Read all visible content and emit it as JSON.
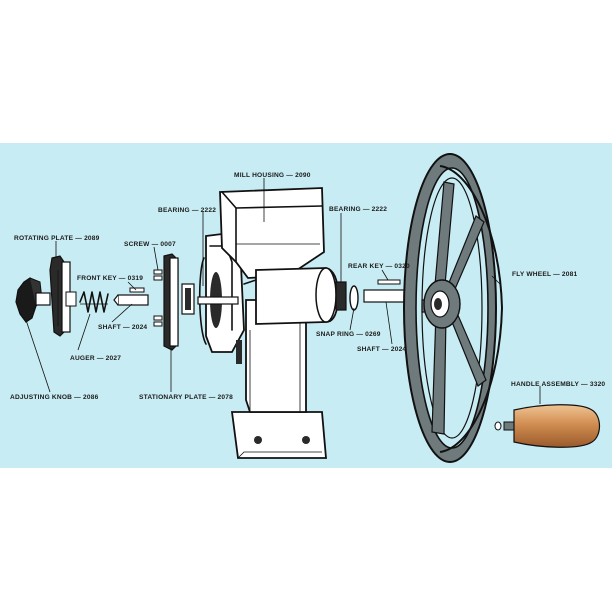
{
  "colors": {
    "background": "#c8ecf3",
    "ink": "#111111",
    "metal": "#6f7a7c",
    "wood": "#d18e52"
  },
  "labels": {
    "mill_housing": "MILL HOUSING — 2090",
    "bearing_left": "BEARING — 2222",
    "bearing_right": "BEARING — 2222",
    "rotating_plate": "ROTATING PLATE — 2089",
    "screw": "SCREW — 0007",
    "front_key": "FRONT KEY — 0319",
    "shaft_front": "SHAFT — 2024",
    "auger": "AUGER — 2027",
    "adjusting_knob": "ADJUSTING KNOB — 2086",
    "stationary_plate": "STATIONARY PLATE — 2078",
    "rear_key": "REAR KEY — 0320",
    "snap_ring": "SNAP RING — 0269",
    "shaft_rear": "SHAFT — 2024",
    "fly_wheel": "FLY WHEEL — 2081",
    "handle_assembly": "HANDLE ASSEMBLY — 3320"
  }
}
